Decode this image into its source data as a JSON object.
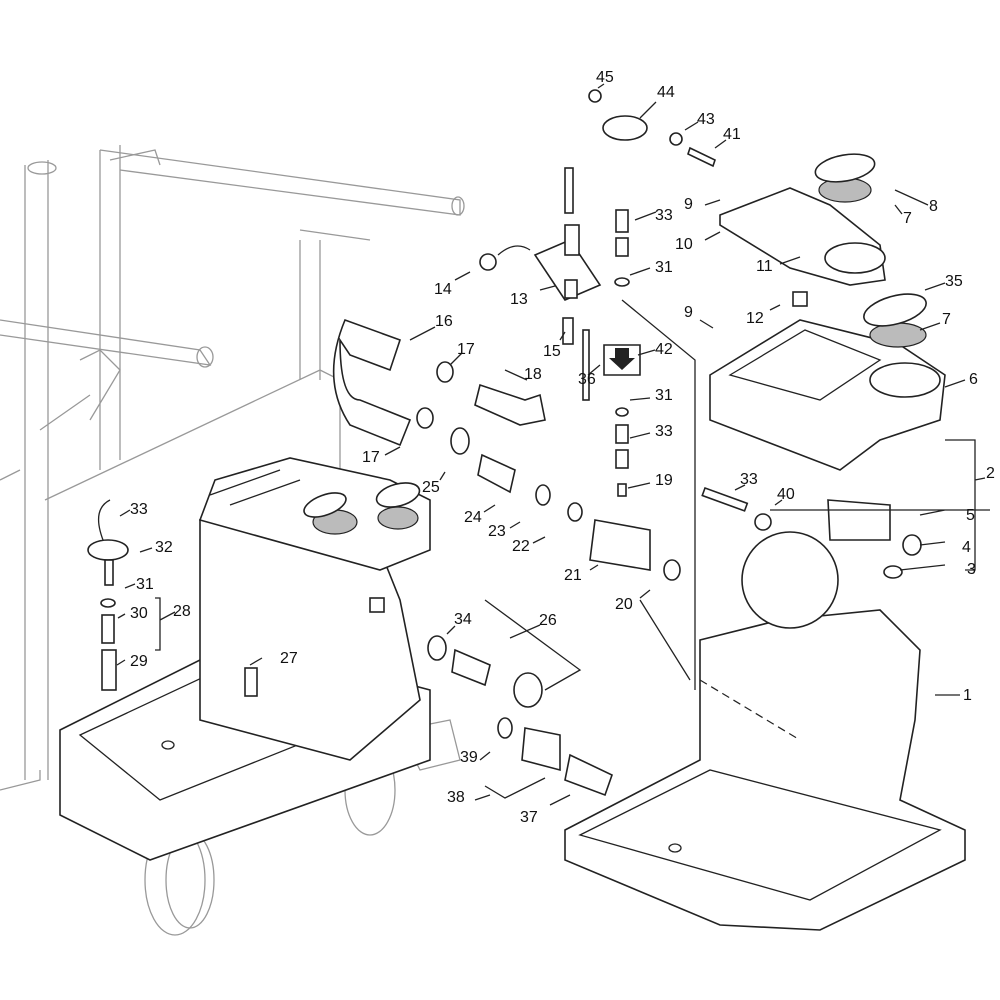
{
  "diagram": {
    "type": "exploded-parts-diagram",
    "callouts": [
      "45",
      "44",
      "43",
      "41",
      "8",
      "9",
      "7",
      "10",
      "11",
      "33",
      "31",
      "14",
      "13",
      "15",
      "16",
      "17",
      "18",
      "12",
      "9",
      "35",
      "7",
      "6",
      "42",
      "36",
      "31",
      "33",
      "17",
      "25",
      "19",
      "2",
      "33",
      "40",
      "5",
      "4",
      "3",
      "24",
      "23",
      "22",
      "21",
      "20",
      "33",
      "32",
      "31",
      "30",
      "28",
      "29",
      "34",
      "26",
      "27",
      "1",
      "39",
      "38",
      "37"
    ]
  }
}
